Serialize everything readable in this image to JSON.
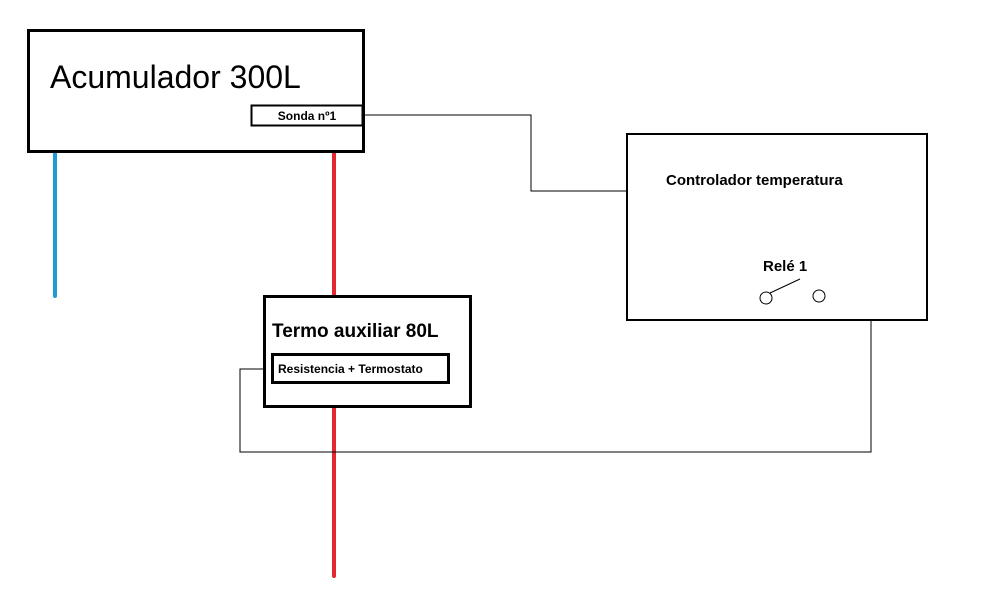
{
  "diagram": {
    "accumulator": {
      "title": "Acumulador 300L",
      "sensor": "Sonda nº1"
    },
    "controller": {
      "title": "Controlador temperatura",
      "relay": "Relé 1"
    },
    "auxiliary_heater": {
      "title": "Termo auxiliar 80L",
      "element": "Resistencia + Termostato"
    },
    "colors": {
      "cold_pipe": "#1e9ad6",
      "hot_pipe": "#e3262f",
      "line": "#000000"
    }
  }
}
